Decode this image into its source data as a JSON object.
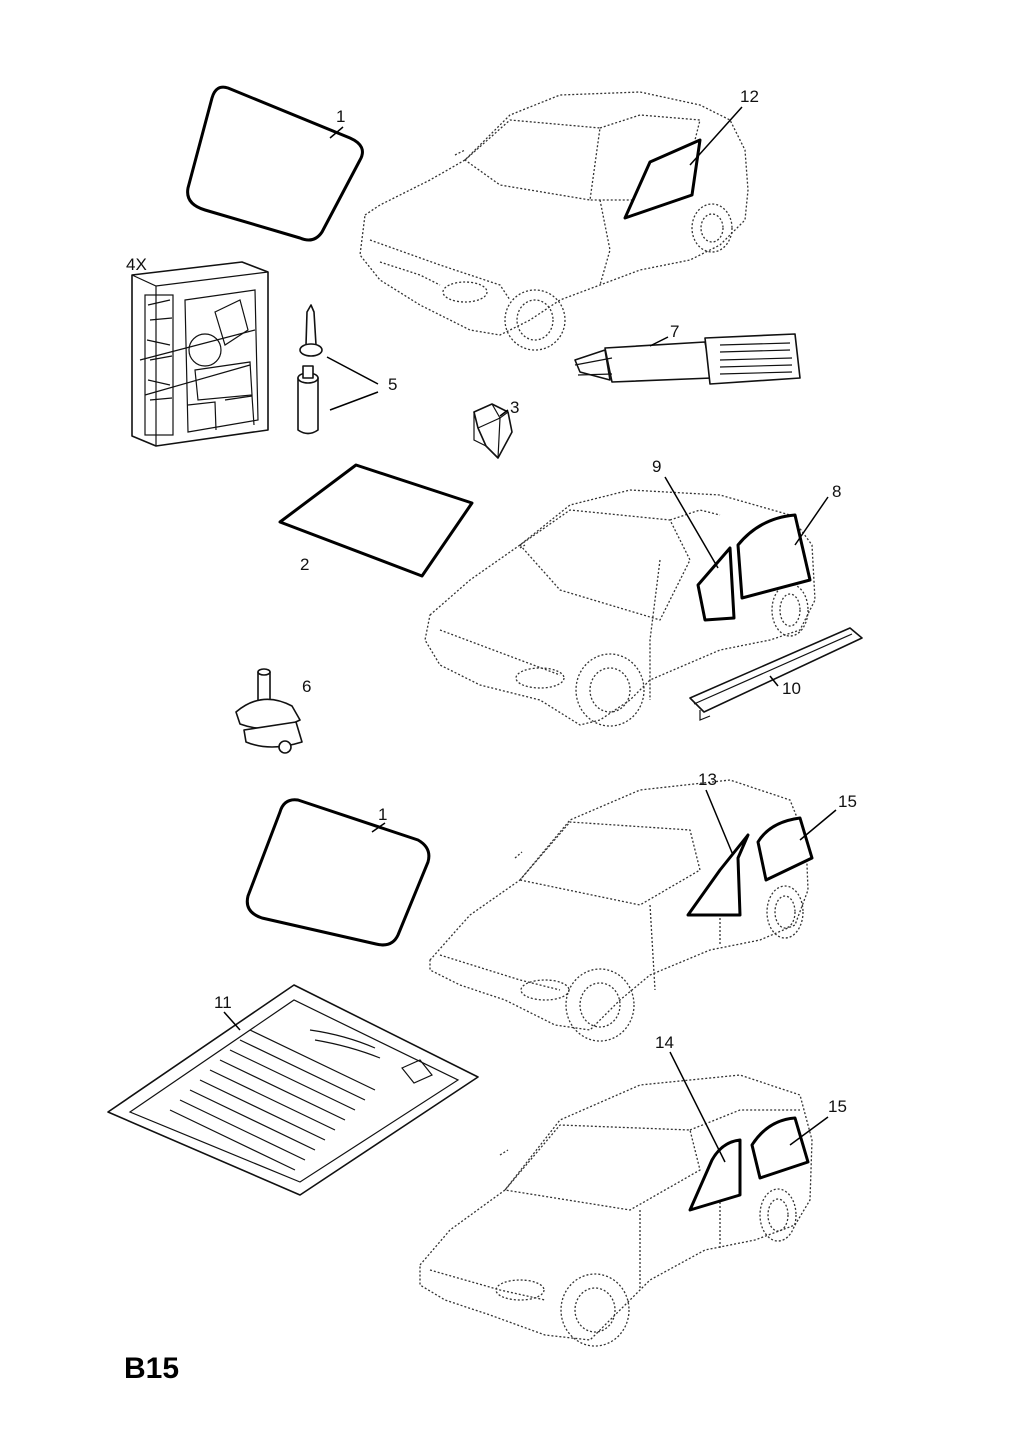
{
  "page_code": "B15",
  "callouts": {
    "c1a": "1",
    "c12": "12",
    "c4x": "4X",
    "c5": "5",
    "c7": "7",
    "c3": "3",
    "c9": "9",
    "c8": "8",
    "c2": "2",
    "c6": "6",
    "c10": "10",
    "c13": "13",
    "c15a": "15",
    "c1b": "1",
    "c11": "11",
    "c14": "14",
    "c15b": "15"
  }
}
